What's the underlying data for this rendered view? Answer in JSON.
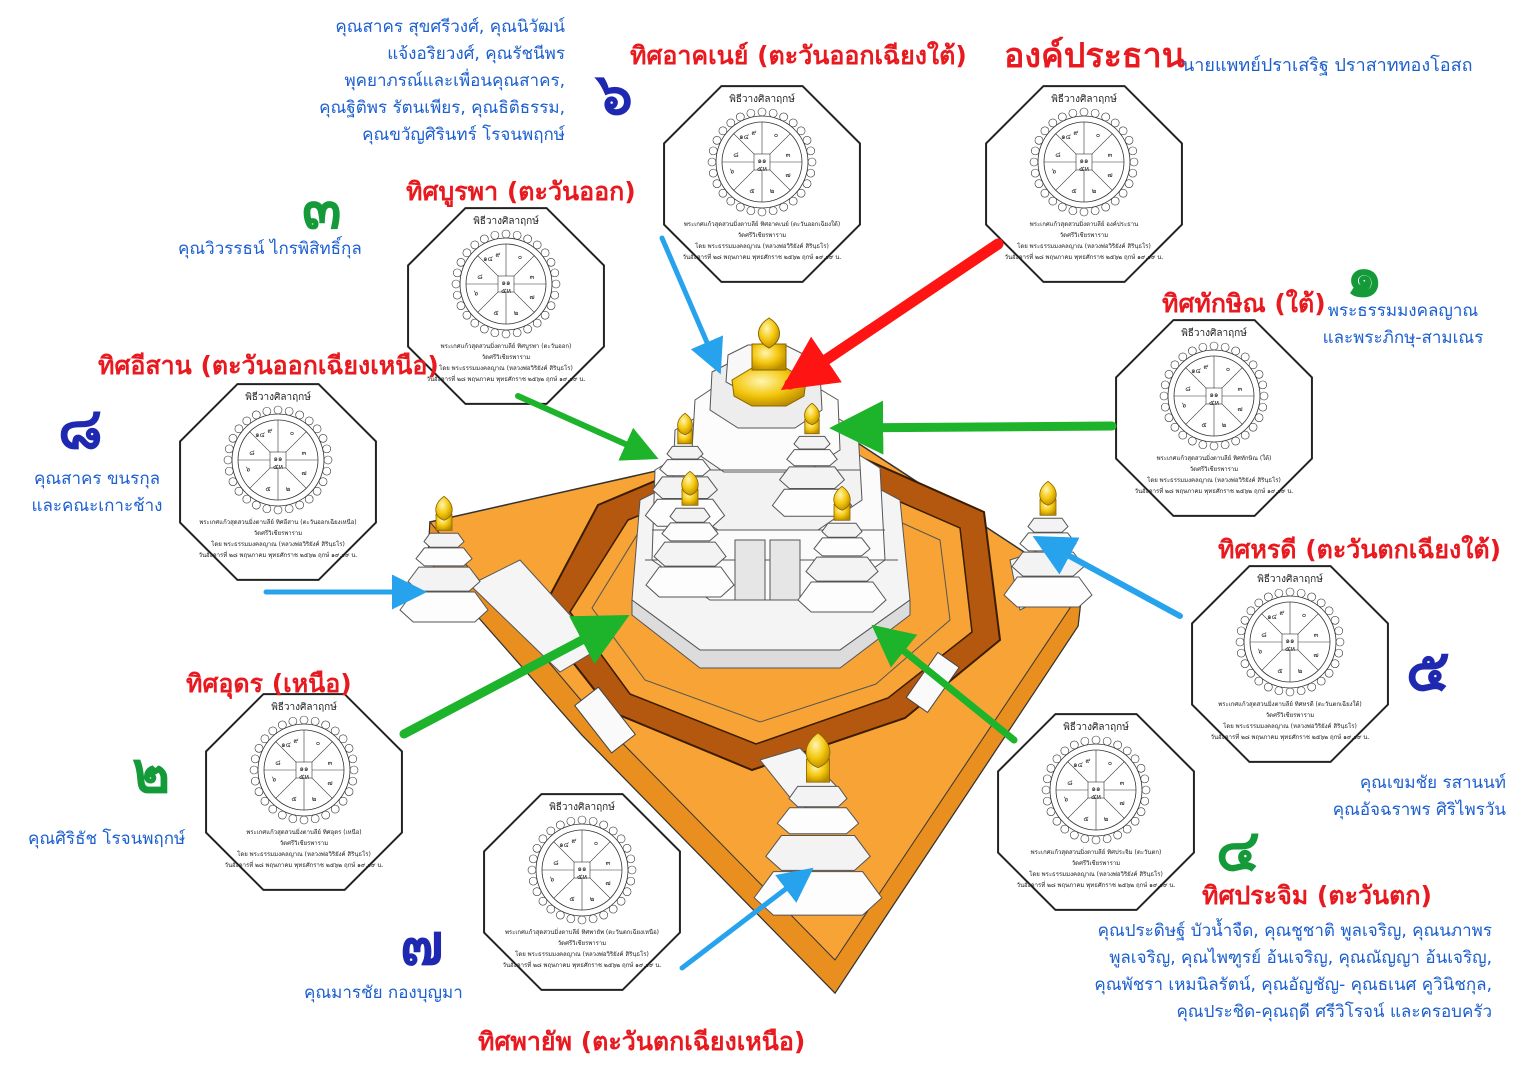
{
  "main_title": "องค์ประธาน",
  "main_person": "นายแพทย์ปราเสริฐ  ปราสาททองโอสถ",
  "card_header": "พิธีวางศิลาฤกษ์",
  "card_temple": "วัดศรีวิเชียรพาราม",
  "card_by": "โดย  พระธรรมมงคลญาณ (หลวงพ่อวิริยังค์ สิรินฺธโร)",
  "card_date": "วันอังคารที่ ๒๘ พฤษภาคม พุทธศักราช ๒๕๖๒ ฤกษ์ ๑๙.๑๙ น.",
  "yantra_digits": [
    "๑๔",
    "๙",
    "๐",
    "๓",
    "๗",
    "๒",
    "๕",
    "๘",
    "๖",
    "๑๑",
    "๕ห"
  ],
  "directions": [
    {
      "number": "๑",
      "title": "ทิศทักษิณ (ใต้)",
      "people": [
        "พระธรรมมงคลญาณ",
        "และพระภิกษุ-สามเณร"
      ],
      "card_caption": "พระเกศแก้วสุดสวนมิ่งตาบลีย์ ทิศทักษิณ (ใต้)"
    },
    {
      "number": "๒",
      "title": "ทิศอุดร (เหนือ)",
      "people": [
        "คุณศิริธัช  โรจนพฤกษ์"
      ],
      "card_caption": "พระเกศแก้วสุดสวนมิ่งตาบลีย์ ทิศอุดร (เหนือ)"
    },
    {
      "number": "๓",
      "title": "ทิศบูรพา (ตะวันออก)",
      "people": [
        "คุณวิวรรธน์  ไกรพิสิทธิ์กุล"
      ],
      "card_caption": "พระเกศแก้วสุดสวนมิ่งตาบลีย์ ทิศบูรพา (ตะวันออก)"
    },
    {
      "number": "๔",
      "title": "ทิศประจิม (ตะวันตก)",
      "people": [
        "คุณประดิษฐ์ บัวน้ำจืด, คุณชูชาติ พูลเจริญ, คุณนภาพร",
        "พูลเจริญ, คุณไพฑูรย์ อ้นเจริญ, คุณณัญญา อ้นเจริญ,",
        "คุณพัชรา เหมนิลรัตน์, คุณอัญชัญ- คุณธเนศ คูวินิชกุล,",
        "คุณประชิด-คุณฤดี ศรีวิโรจน์ และครอบครัว"
      ],
      "card_caption": "พระเกศแก้วสุดสวนมิ่งตาบลีย์ ทิศประจิม (ตะวันตก)"
    },
    {
      "number": "๕",
      "title": "ทิศหรดี (ตะวันตกเฉียงใต้)",
      "people": [
        "คุณเขมชัย   รสานนท์",
        "คุณอัจฉราพร  ศิริไพรวัน"
      ],
      "card_caption": "พระเกศแก้วสุดสวนมิ่งตาบลีย์ ทิศหรดี (ตะวันตกเฉียงใต้)"
    },
    {
      "number": "๖",
      "title": "ทิศอาคเนย์ (ตะวันออกเฉียงใต้)",
      "people": [
        "คุณสาคร สุขศรีวงศ์, คุณนิวัฒน์",
        "แจ้งอริยวงศ์, คุณรัชนีพร",
        "พุคยาภรณ์และเพื่อนคุณสาคร,",
        "คุณฐิติพร รัตนเพียร, คุณธิติธรรม,",
        "คุณขวัญศิรินทร์  โรจนพฤกษ์"
      ],
      "card_caption": "พระเกศแก้วสุดสวนมิ่งตาบลีย์ ทิศอาคเนย์ (ตะวันออกเฉียงใต้)"
    },
    {
      "number": "๗",
      "title": "ทิศพายัพ (ตะวันตกเฉียงเหนือ)",
      "people": [
        "คุณมารชัย   กองบุญมา"
      ],
      "card_caption": "พระเกศแก้วสุดสวนมิ่งตาบลีย์ ทิศพายัพ (ตะวันตกเฉียงเหนือ)"
    },
    {
      "number": "๘",
      "title": "ทิศอีสาน (ตะวันออกเฉียงเหนือ)",
      "people": [
        "คุณสาคร  ขนรกุล",
        "และคณะเกาะช้าง"
      ],
      "card_caption": "พระเกศแก้วสุดสวนมิ่งตาบลีย์ ทิศอีสาน (ตะวันออกเฉียงเหนือ)"
    }
  ],
  "main_card_caption": "พระเกศแก้วสุดสวนมิ่งตาบลีย์  องค์ประธาน",
  "colors": {
    "title_red": "#e8191f",
    "people_blue": "#1b5fd1",
    "num_green": "#159a3a",
    "num_navy": "#1f28b0",
    "arrow_green": "#1db32b",
    "arrow_blue": "#27a3ee",
    "arrow_red": "#ff1414",
    "base_orange": "#f7a335",
    "wall_brown": "#b4570f",
    "finial_gold": "#f2c40b"
  }
}
